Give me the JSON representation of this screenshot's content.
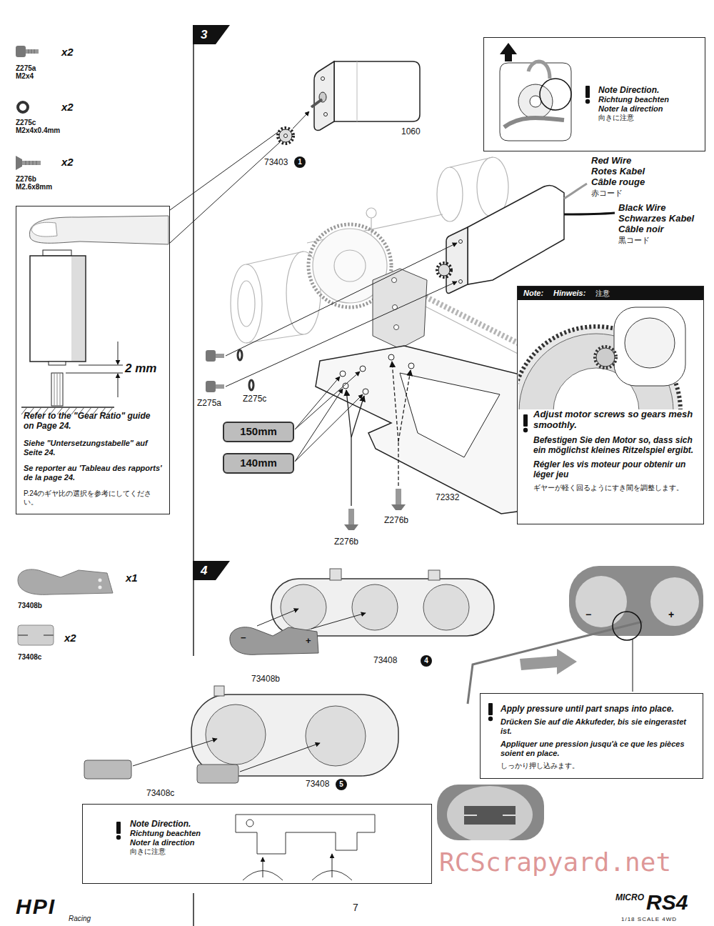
{
  "diagram": {
    "nodes": [
      {
        "text": [
          "Refer to the \"Gear Ratio\" guide on Page 24.",
          "Siehe \"Untersetzungstabelle\" auf Seite 24.",
          "Se reporter au 'Tableau des rapports' de la page 24.",
          "P.24のギヤ比の選択を参考にしてください。"
        ]
      },
      {
        "text": [
          "Note Direction.",
          "Richtung beachten",
          "Noter la direction",
          "向きに注意"
        ]
      },
      {
        "text": [
          "Note:",
          "Hinweis:",
          "注意",
          "Adjust motor screws so gears mesh smoothly.",
          "Befestigen Sie den Motor so, dass sich ein möglichst kleines Ritzelspiel ergibt.",
          "Régler les vis moteur pour obtenir un léger jeu",
          "ギヤーが軽く回るようにすき間を調整します。"
        ]
      },
      {
        "text": [
          "150mm"
        ]
      },
      {
        "text": [
          "140mm"
        ]
      },
      {
        "text": [
          "Apply pressure until part snaps into place.",
          "Drücken Sie auf die Akkufeder, bis sie eingerastet ist.",
          "Appliquer une pression jusqu'à ce que les pièces soient en place.",
          "しっかり押し込みます。"
        ]
      },
      {
        "text": [
          "Note Direction.",
          "Richtung beachten",
          "Noter la direction",
          "向きに注意"
        ]
      }
    ],
    "labels": [
      "x2",
      "Z275a",
      "M2x4",
      "x2",
      "Z275c",
      "M2x4x0.4mm",
      "x2",
      "Z276b",
      "M2.6x8mm",
      "2 mm",
      "3",
      "73403",
      "1",
      "1060",
      "Red Wire",
      "Rotes Kabel",
      "Câble rouge",
      "赤コード",
      "Black Wire",
      "Schwarzes Kabel",
      "Câble noir",
      "黒コード",
      "Z275c",
      "Z275a",
      "72332",
      "Z276b",
      "Z276b",
      "4",
      "x1",
      "73408b",
      "x2",
      "73408c",
      "73408",
      "4",
      "−",
      "+",
      "73408b",
      "−",
      "+",
      "73408c",
      "73408",
      "5",
      "7",
      "HPI",
      "Racing",
      "MICRO",
      "RS4",
      "1/18 SCALE 4WD",
      "RCScrapyard.net"
    ]
  }
}
